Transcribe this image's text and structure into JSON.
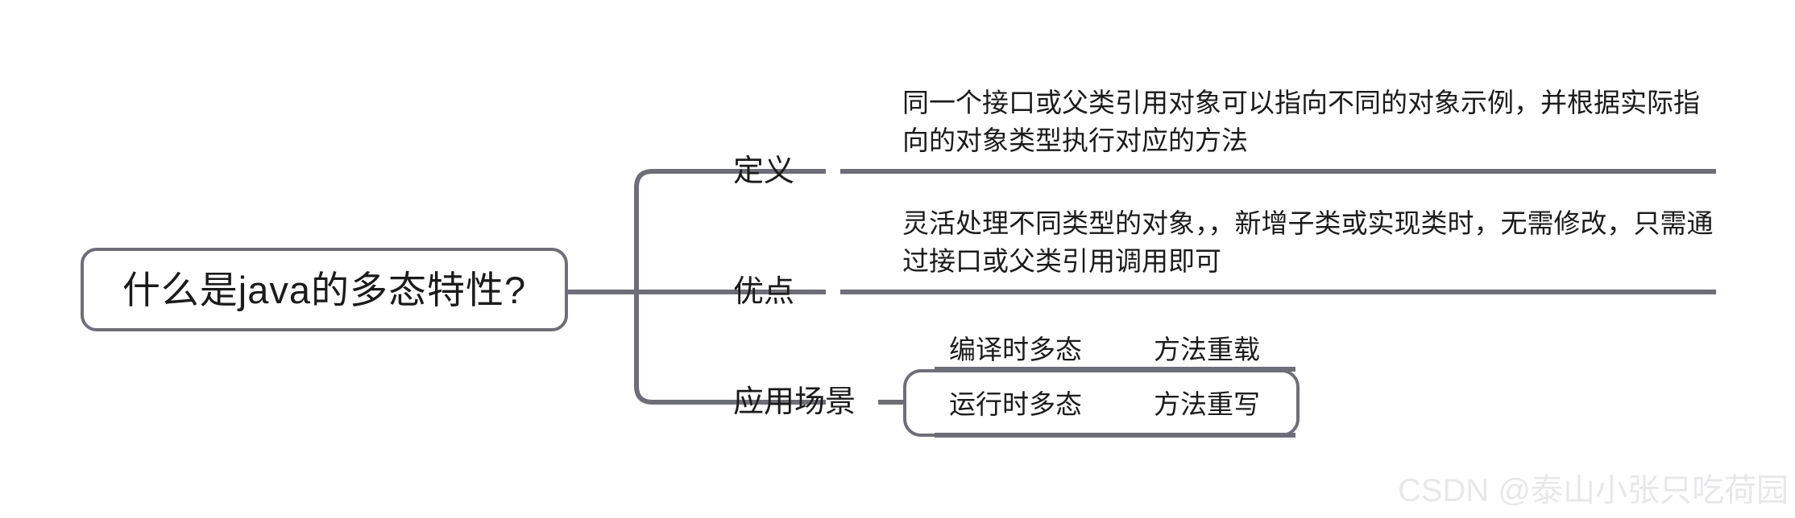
{
  "mindmap": {
    "root": {
      "label": "什么是java的多态特性?"
    },
    "branches": [
      {
        "label": "定义",
        "detail": "同一个接口或父类引用对象可以指向不同的对象示例，并根据实际指向的对象类型执行对应的方法"
      },
      {
        "label": "优点",
        "detail": "灵活处理不同类型的对象，，新增子类或实现类时，无需修改，只需通过接口或父类引用调用即可"
      },
      {
        "label": "应用场景",
        "table": {
          "rows": [
            {
              "cells": [
                "编译时多态",
                "方法重载"
              ],
              "highlighted": false
            },
            {
              "cells": [
                "运行时多态",
                "方法重写"
              ],
              "highlighted": true
            }
          ]
        }
      }
    ]
  },
  "watermark": {
    "text": "CSDN @泰山小张只吃荷园"
  },
  "colors": {
    "line": "#6E6E78",
    "text": "#1b1b1b",
    "background": "#ffffff",
    "watermark": "#e8e8ea"
  }
}
